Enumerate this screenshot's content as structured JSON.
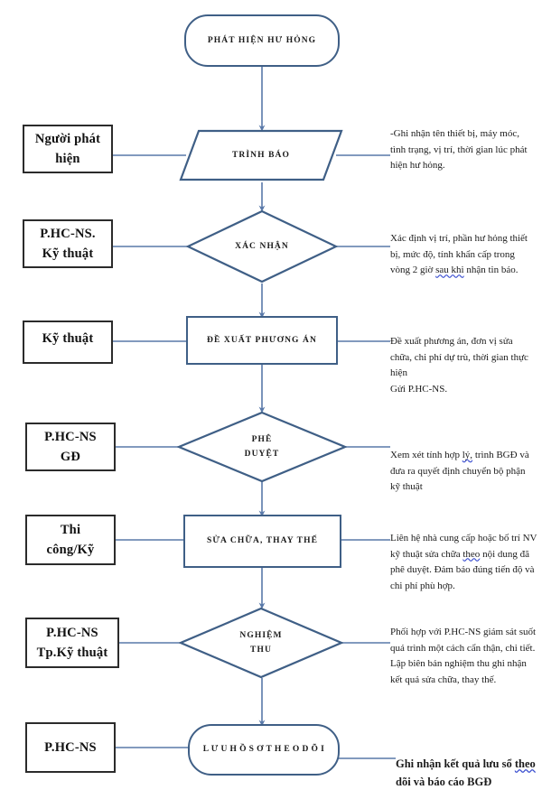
{
  "diagram": {
    "title": "Quy trinh xu ly hu hong",
    "line_color": "#5878a8",
    "node_border_color": "#3f5f86",
    "role_border_color": "#2b2b2b",
    "spellcheck_color": "#3b4fd0"
  },
  "nodes": [
    {
      "id": "start",
      "shape": "terminator",
      "label": "PHÁT  HIỆN HƯ  HỎNG"
    },
    {
      "id": "report",
      "shape": "parallelogram",
      "label": "TRÌNH BÁO"
    },
    {
      "id": "confirm",
      "shape": "diamond",
      "label": "XÁC NHẬN"
    },
    {
      "id": "propose",
      "shape": "rect",
      "label": "ĐỀ XUẤT PHƯƠNG  ÁN"
    },
    {
      "id": "approve",
      "shape": "diamond",
      "label": "PHÊ\nDUYỆT"
    },
    {
      "id": "repair",
      "shape": "rect",
      "label": "SỬA CHỮA,  THAY  THẾ"
    },
    {
      "id": "acceptance",
      "shape": "diamond",
      "label": "NGHIỆM\nTHU"
    },
    {
      "id": "archive",
      "shape": "terminator",
      "label": "L Ư U  H Ồ  S Ơ  T H E O  D Õ I"
    }
  ],
  "roles": [
    {
      "id": "role-1",
      "lines": [
        "Người phát",
        "hiện"
      ]
    },
    {
      "id": "role-2",
      "lines": [
        "P.HC-NS.",
        "Kỹ thuật"
      ]
    },
    {
      "id": "role-3",
      "lines": [
        "Kỹ thuật"
      ]
    },
    {
      "id": "role-4",
      "lines": [
        "P.HC-NS",
        "GĐ"
      ]
    },
    {
      "id": "role-5",
      "lines": [
        "Thi",
        "công/Kỹ"
      ]
    },
    {
      "id": "role-6",
      "lines": [
        "P.HC-NS",
        "Tp.Kỹ thuật"
      ]
    },
    {
      "id": "role-7",
      "lines": [
        "P.HC-NS"
      ]
    }
  ],
  "notes": [
    {
      "id": "note-1",
      "for": "report",
      "text": "-Ghi nhận tên thiết bị, máy móc, tình trạng, vị trí, thời gian lúc phát hiện hư hỏng.",
      "bold": false
    },
    {
      "id": "note-2",
      "for": "confirm",
      "text": "Xác định vị trí, phần hư hỏng thiết bị, mức độ, tính khẩn cấp trong vòng 2 giờ ",
      "underlined": "sau khi",
      "text_after": " nhận tin báo.",
      "bold": false
    },
    {
      "id": "note-3",
      "for": "propose",
      "text": "Đề xuất phương án, đơn vị sửa chữa, chi phí dự trù, thời gian thực hiện\nGửi P.HC-NS.",
      "bold": false
    },
    {
      "id": "note-4",
      "for": "approve",
      "text": "Xem xét tính hợp ",
      "underlined": "lý,",
      "text_after": " trình BGĐ và đưa ra quyết định chuyển bộ phận kỹ thuật",
      "bold": false
    },
    {
      "id": "note-5",
      "for": "repair",
      "text": "Liên hệ nhà cung cấp hoặc bố trí NV kỹ thuật sửa chữa ",
      "underlined": "theo",
      "text_after": " nội dung đã phê duyệt. Đảm bảo đúng tiến độ và chi phí phù hợp.",
      "bold": false
    },
    {
      "id": "note-6",
      "for": "acceptance",
      "text": "Phối hợp với P.HC-NS giám sát suốt quá trình một cách cẩn thận, chi tiết. Lập biên bản nghiệm thu ghi nhận kết quả sửa chữa, thay thế.",
      "bold": false
    },
    {
      "id": "note-7",
      "for": "archive",
      "text": "Ghi nhận kết quả lưu sổ ",
      "underlined": "theo",
      "text_after": " dõi và báo cáo BGĐ",
      "bold": true
    }
  ]
}
